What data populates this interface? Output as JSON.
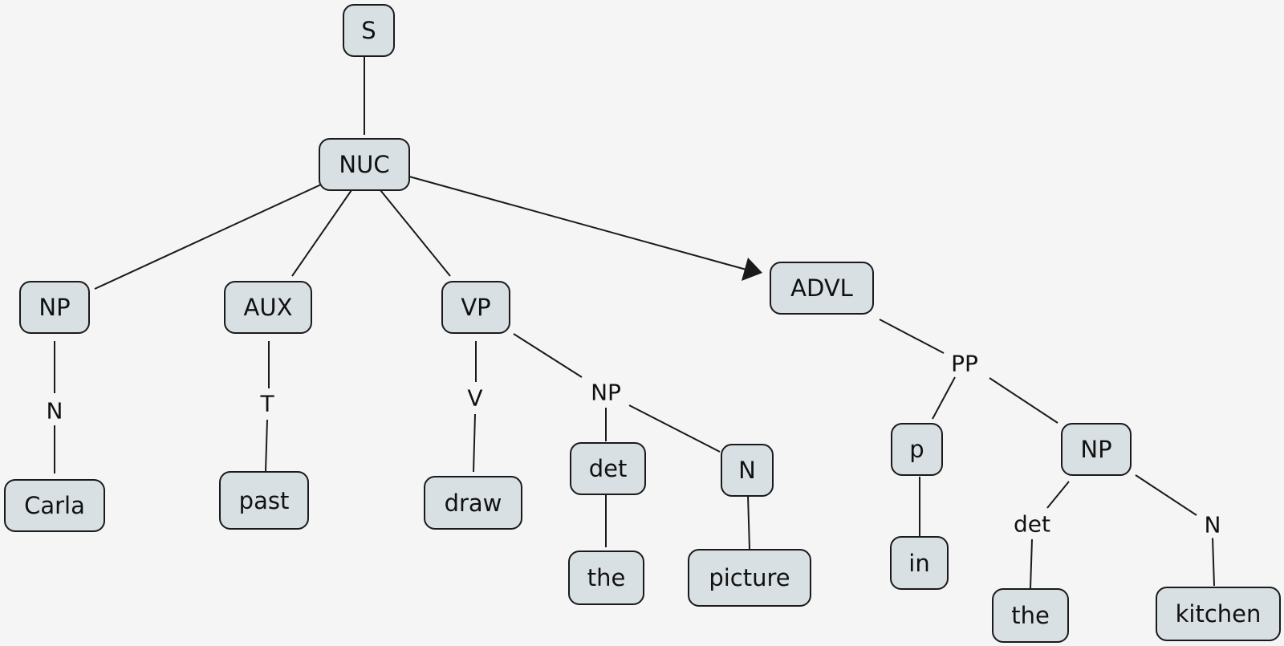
{
  "nodes": {
    "s": "S",
    "nuc": "NUC",
    "np_subj": "NP",
    "aux": "AUX",
    "vp": "VP",
    "advl": "ADVL",
    "carla": "Carla",
    "past": "past",
    "draw": "draw",
    "det_vp": "det",
    "n_vp": "N",
    "the_vp": "the",
    "picture": "picture",
    "p": "p",
    "np_pp": "NP",
    "in": "in",
    "the_pp": "the",
    "kitchen": "kitchen"
  },
  "labels": {
    "n_carla": "N",
    "t_past": "T",
    "v_draw": "V",
    "np_obj": "NP",
    "pp": "PP",
    "det_pp": "det",
    "n_kitchen": "N"
  },
  "colors": {
    "node_fill": "#d8e0e3",
    "stroke": "#1a1a1a",
    "background": "#f5f5f5"
  }
}
